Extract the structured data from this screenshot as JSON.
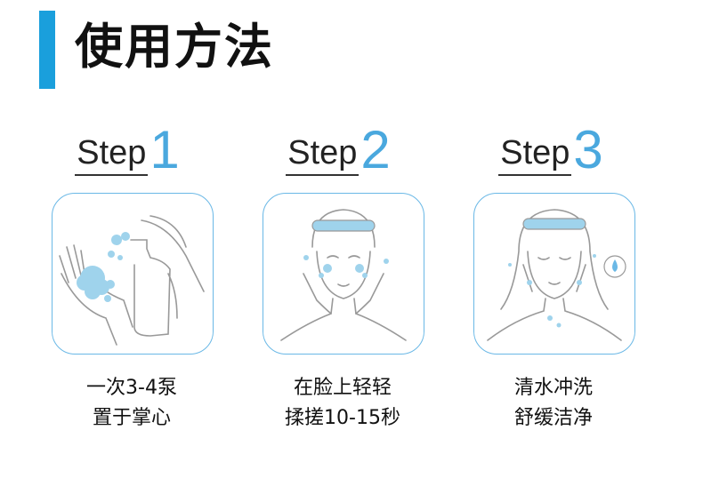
{
  "header": {
    "title": "使用方法"
  },
  "steps": [
    {
      "word": "Step",
      "num": "1",
      "line1": "一次3-4泵",
      "line2": "置于掌心"
    },
    {
      "word": "Step",
      "num": "2",
      "line1": "在脸上轻轻",
      "line2": "揉搓10-15秒"
    },
    {
      "word": "Step",
      "num": "3",
      "line1": "清水冲洗",
      "line2": "舒缓洁净"
    }
  ],
  "colors": {
    "accent": "#1a9fdc",
    "bubble": "#9fd3ec",
    "line": "#999999"
  }
}
